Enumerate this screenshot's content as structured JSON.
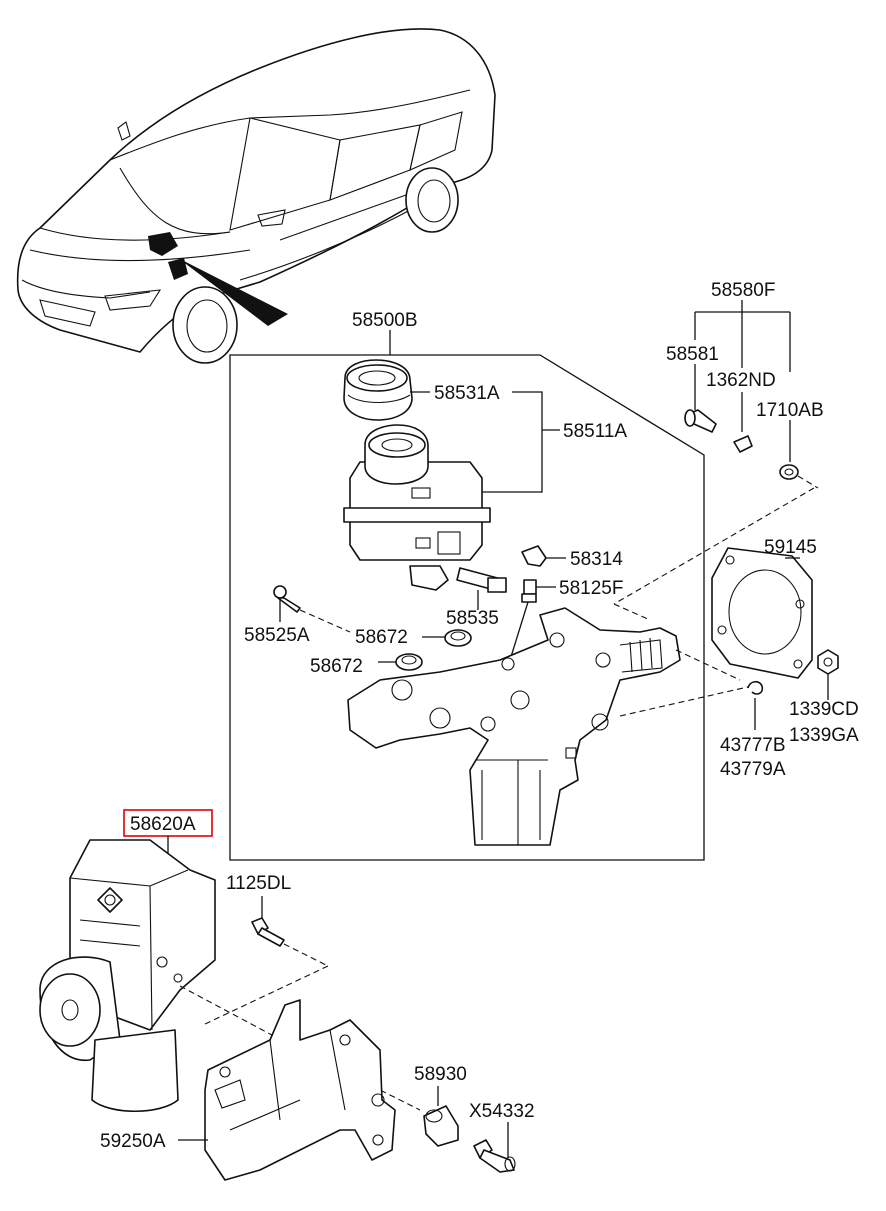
{
  "labels": {
    "p58500B": "58500B",
    "p58580F": "58580F",
    "p58581": "58581",
    "p1362ND": "1362ND",
    "p1710AB": "1710AB",
    "p58531A": "58531A",
    "p58511A": "58511A",
    "p58314": "58314",
    "p58125F": "58125F",
    "p59145": "59145",
    "p58535": "58535",
    "p58525A": "58525A",
    "p58672a": "58672",
    "p58672b": "58672",
    "p1339CD": "1339CD",
    "p1339GA": "1339GA",
    "p43777B": "43777B",
    "p43779A": "43779A",
    "p58620A": "58620A",
    "p1125DL": "1125DL",
    "p58930": "58930",
    "pX54332": "X54332",
    "p59250A": "59250A"
  },
  "highlight": {
    "part": "58620A",
    "color": "#e02020"
  }
}
